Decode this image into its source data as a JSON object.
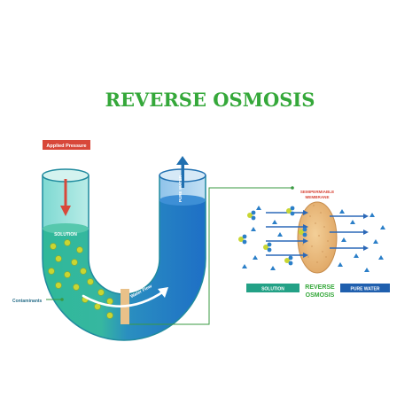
{
  "title": "REVERSE OSMOSIS",
  "labels": {
    "applied_pressure": "Applied Pressure",
    "solution": "SOLUTION",
    "pure_water": "PURE WATER",
    "contaminants": "Contaminants",
    "water_flow": "Water Flow",
    "membrane": [
      "SEMIPERMIABLE",
      "MEMBRANE"
    ],
    "bar_solution": "SOLUTION",
    "bar_pure_water": "PURE WATER",
    "reverse_osmosis_small": [
      "REVERSE",
      "OSMOSIS"
    ]
  },
  "colors": {
    "title": "#35a83a",
    "solution_water": "#2eb39a",
    "pure_water": "#1f74c7",
    "pressure": "#d8483a",
    "contaminant": "#c8d633",
    "membrane": "#e8b880",
    "leader": "#3a9a42"
  }
}
